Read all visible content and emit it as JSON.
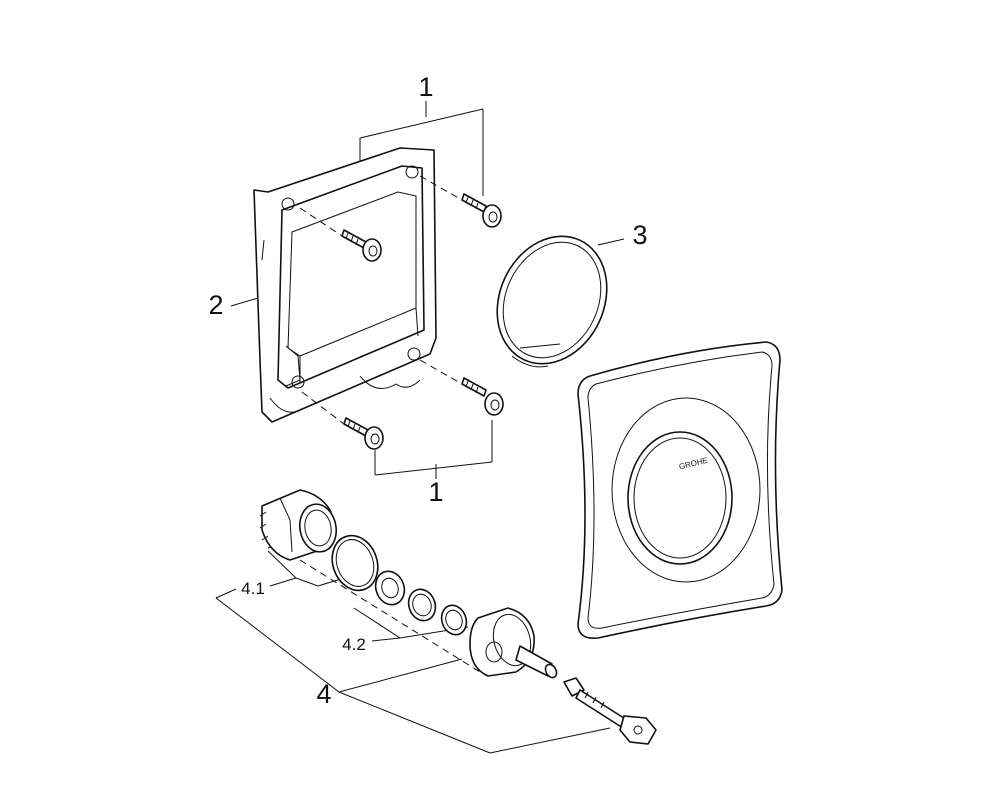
{
  "callouts": {
    "screws_top": "1",
    "screws_bottom": "1",
    "frame": "2",
    "ring": "3",
    "kit": "4",
    "kit_sub1": "4.1",
    "kit_sub2": "4.2"
  },
  "cover_logo": "GROHE"
}
